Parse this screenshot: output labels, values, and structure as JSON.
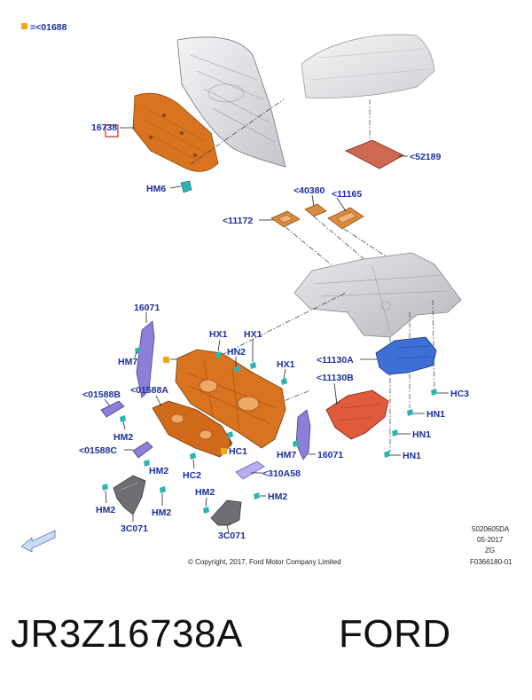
{
  "legend": {
    "text": "=<01688",
    "color": "#f2a51e"
  },
  "labels": {
    "p16738": "16738",
    "hm6": "HM6",
    "p52189": "<52189",
    "p40380": "<40380",
    "p11165": "<11165",
    "p11172": "<11172",
    "p16071a": "16071",
    "hm7a": "HM7",
    "hx1a": "HX1",
    "hx1b": "HX1",
    "hn2": "HN2",
    "hx1c": "HX1",
    "p11130a": "<11130A",
    "p11130b": "<11130B",
    "hc3": "HC3",
    "p01588b": "<01588B",
    "p01588a": "<01588A",
    "hn1a": "HN1",
    "hm2a": "HM2",
    "hn1b": "HN1",
    "p01588c": "<01588C",
    "hm7b": "HM7",
    "p16071b": "16071",
    "hm2b": "HM2",
    "hc1": "HC1",
    "hn1c": "HN1",
    "hc2": "HC2",
    "p310a58": "<310A58",
    "hm2c": "HM2",
    "hm2d": "HM2",
    "hm2e": "HM2",
    "hm2f": "HM2",
    "p3c071a": "3C071",
    "p3c071b": "3C071"
  },
  "info": {
    "code1": "5020605DA",
    "date": "05-2017",
    "zg": "ZG",
    "fig": "F0366180-01",
    "copyright": "© Copyright, 2017, Ford Motor Company Limited"
  },
  "caption": {
    "part_number": "JR3Z16738A",
    "brand": "FORD"
  },
  "colors": {
    "orange_part": "#d9731f",
    "blue_part": "#3d6fd6",
    "red_part": "#e05a3c",
    "violet_part": "#8c7fd8",
    "teal_fastener": "#2bb5b0",
    "label_blue": "#1a2fa0"
  },
  "icons": {
    "direction_arrow": "front-direction-arrow-icon"
  }
}
